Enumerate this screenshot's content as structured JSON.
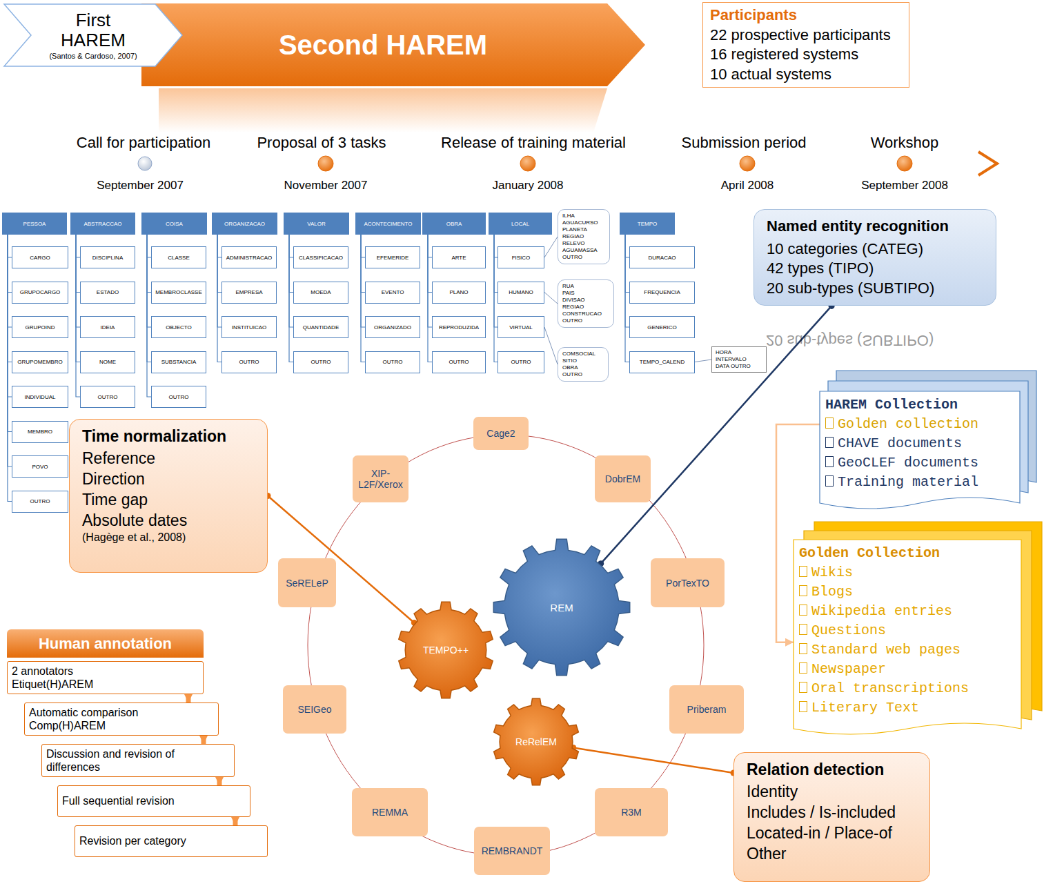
{
  "diagram": {
    "nodes": [
      {
        "text": [
          "First HAREM",
          "(Santos & Cardoso, 2007)"
        ]
      },
      {
        "text": [
          "Second HAREM"
        ]
      },
      {
        "text": [
          "Participants",
          "22 prospective participants",
          "16 registered systems",
          "10 actual systems"
        ]
      },
      {
        "text": [
          "PESSOA"
        ]
      },
      {
        "text": [
          "CARGO"
        ]
      },
      {
        "text": [
          "GRUPOCARGO"
        ]
      },
      {
        "text": [
          "GRUPOIND"
        ]
      },
      {
        "text": [
          "GRUPOMEMBRO"
        ]
      },
      {
        "text": [
          "INDIVIDUAL"
        ]
      },
      {
        "text": [
          "MEMBRO"
        ]
      },
      {
        "text": [
          "POVO"
        ]
      },
      {
        "text": [
          "OUTRO"
        ]
      },
      {
        "text": [
          "ABSTRACCAO"
        ]
      },
      {
        "text": [
          "DISCIPLINA"
        ]
      },
      {
        "text": [
          "ESTADO"
        ]
      },
      {
        "text": [
          "IDEIA"
        ]
      },
      {
        "text": [
          "NOME"
        ]
      },
      {
        "text": [
          "OUTRO"
        ]
      },
      {
        "text": [
          "COISA"
        ]
      },
      {
        "text": [
          "CLASSE"
        ]
      },
      {
        "text": [
          "MEMBROCLASSE"
        ]
      },
      {
        "text": [
          "OBJECTO"
        ]
      },
      {
        "text": [
          "SUBSTANCIA"
        ]
      },
      {
        "text": [
          "OUTRO"
        ]
      },
      {
        "text": [
          "ORGANIZACAO"
        ]
      },
      {
        "text": [
          "ADMINISTRACAO"
        ]
      },
      {
        "text": [
          "EMPRESA"
        ]
      },
      {
        "text": [
          "INSTITUICAO"
        ]
      },
      {
        "text": [
          "OUTRO"
        ]
      },
      {
        "text": [
          "VALOR"
        ]
      },
      {
        "text": [
          "CLASSIFICACAO"
        ]
      },
      {
        "text": [
          "MOEDA"
        ]
      },
      {
        "text": [
          "QUANTIDADE"
        ]
      },
      {
        "text": [
          "OUTRO"
        ]
      },
      {
        "text": [
          "ACONTECIMENTO"
        ]
      },
      {
        "text": [
          "EFEMERIDE"
        ]
      },
      {
        "text": [
          "EVENTO"
        ]
      },
      {
        "text": [
          "ORGANIZADO"
        ]
      },
      {
        "text": [
          "OUTRO"
        ]
      },
      {
        "text": [
          "OBRA"
        ]
      },
      {
        "text": [
          "ARTE"
        ]
      },
      {
        "text": [
          "PLANO"
        ]
      },
      {
        "text": [
          "REPRODUZIDA"
        ]
      },
      {
        "text": [
          "OUTRO"
        ]
      },
      {
        "text": [
          "LOCAL"
        ]
      },
      {
        "text": [
          "FISICO"
        ]
      },
      {
        "text": [
          "HUMANO"
        ]
      },
      {
        "text": [
          "VIRTUAL"
        ]
      },
      {
        "text": [
          "OUTRO"
        ]
      },
      {
        "text": [
          "ILHA",
          "AGUACURSO",
          "PLANETA",
          "REGIAO",
          "RELEVO",
          "AGUAMASSA",
          "OUTRO"
        ]
      },
      {
        "text": [
          "RUA",
          "PAIS",
          "DIVISAO",
          "REGIAO",
          "CONSTRUCAO",
          "OUTRO"
        ]
      },
      {
        "text": [
          "COMSOCIAL",
          "SITIO",
          "OBRA",
          "OUTRO"
        ]
      },
      {
        "text": [
          "TEMPO"
        ]
      },
      {
        "text": [
          "DURACAO"
        ]
      },
      {
        "text": [
          "FREQUENCIA"
        ]
      },
      {
        "text": [
          "GENERICO"
        ]
      },
      {
        "text": [
          "TEMPO_CALEND"
        ]
      },
      {
        "text": [
          "HORA",
          "INTERVALO",
          "DATA OUTRO"
        ]
      },
      {
        "text": [
          "Named entity recognition",
          "10 categories (CATEG)",
          "42 types (TIPO)",
          "20 sub-types (SUBTIPO)"
        ]
      },
      {
        "text": [
          "HAREM Collection",
          "Golden collection",
          "CHAVE documents",
          "GeoCLEF documents",
          "Training material"
        ]
      },
      {
        "text": [
          "Golden Collection",
          "Wikis",
          "Blogs",
          "Wikipedia entries",
          "Questions",
          "Standard web pages",
          "Newspaper",
          "Oral transcriptions",
          "Literary Text"
        ]
      },
      {
        "text": [
          "Time normalization",
          "Reference",
          "Direction",
          "Time gap",
          "Absolute dates",
          "(Hagège et al., 2008)"
        ]
      },
      {
        "text": [
          "Cage2"
        ]
      },
      {
        "text": [
          "DobrEM"
        ]
      },
      {
        "text": [
          "PorTexTO"
        ]
      },
      {
        "text": [
          "Priberam"
        ]
      },
      {
        "text": [
          "R3M"
        ]
      },
      {
        "text": [
          "REMBRANDT"
        ]
      },
      {
        "text": [
          "REMMA"
        ]
      },
      {
        "text": [
          "SEIGeo"
        ]
      },
      {
        "text": [
          "SeRELeP"
        ]
      },
      {
        "text": [
          "XIP-L2F/Xerox"
        ]
      },
      {
        "text": [
          "REM"
        ]
      },
      {
        "text": [
          "TEMPO++"
        ]
      },
      {
        "text": [
          "ReRelEM"
        ]
      },
      {
        "text": [
          "Relation detection",
          "Identity",
          "Includes / Is-included",
          "Located-in / Place-of",
          "Other"
        ]
      },
      {
        "text": [
          "Human annotation"
        ]
      },
      {
        "text": [
          "2 annotators",
          "Etiquet(H)AREM"
        ]
      },
      {
        "text": [
          "Automatic comparison",
          "Comp(H)AREM"
        ]
      },
      {
        "text": [
          "Discussion and revision of differences"
        ]
      },
      {
        "text": [
          "Full sequential revision"
        ]
      },
      {
        "text": [
          "Revision per category"
        ]
      }
    ],
    "edges": [
      {
        "from": 3,
        "to": 4,
        "arrow": "none"
      },
      {
        "from": 3,
        "to": 5,
        "arrow": "none"
      },
      {
        "from": 3,
        "to": 6,
        "arrow": "none"
      },
      {
        "from": 3,
        "to": 7,
        "arrow": "none"
      },
      {
        "from": 3,
        "to": 8,
        "arrow": "none"
      },
      {
        "from": 3,
        "to": 9,
        "arrow": "none"
      },
      {
        "from": 3,
        "to": 10,
        "arrow": "none"
      },
      {
        "from": 3,
        "to": 11,
        "arrow": "none"
      },
      {
        "from": 12,
        "to": 13,
        "arrow": "none"
      },
      {
        "from": 12,
        "to": 14,
        "arrow": "none"
      },
      {
        "from": 12,
        "to": 15,
        "arrow": "none"
      },
      {
        "from": 12,
        "to": 16,
        "arrow": "none"
      },
      {
        "from": 12,
        "to": 17,
        "arrow": "none"
      },
      {
        "from": 18,
        "to": 19,
        "arrow": "none"
      },
      {
        "from": 18,
        "to": 20,
        "arrow": "none"
      },
      {
        "from": 18,
        "to": 21,
        "arrow": "none"
      },
      {
        "from": 18,
        "to": 22,
        "arrow": "none"
      },
      {
        "from": 18,
        "to": 23,
        "arrow": "none"
      },
      {
        "from": 24,
        "to": 25,
        "arrow": "none"
      },
      {
        "from": 24,
        "to": 26,
        "arrow": "none"
      },
      {
        "from": 24,
        "to": 27,
        "arrow": "none"
      },
      {
        "from": 24,
        "to": 28,
        "arrow": "none"
      },
      {
        "from": 29,
        "to": 30,
        "arrow": "none"
      },
      {
        "from": 29,
        "to": 31,
        "arrow": "none"
      },
      {
        "from": 29,
        "to": 32,
        "arrow": "none"
      },
      {
        "from": 29,
        "to": 33,
        "arrow": "none"
      },
      {
        "from": 34,
        "to": 35,
        "arrow": "none"
      },
      {
        "from": 34,
        "to": 36,
        "arrow": "none"
      },
      {
        "from": 34,
        "to": 37,
        "arrow": "none"
      },
      {
        "from": 34,
        "to": 38,
        "arrow": "none"
      },
      {
        "from": 39,
        "to": 40,
        "arrow": "none"
      },
      {
        "from": 39,
        "to": 41,
        "arrow": "none"
      },
      {
        "from": 39,
        "to": 42,
        "arrow": "none"
      },
      {
        "from": 39,
        "to": 43,
        "arrow": "none"
      },
      {
        "from": 44,
        "to": 45,
        "arrow": "none"
      },
      {
        "from": 44,
        "to": 46,
        "arrow": "none"
      },
      {
        "from": 44,
        "to": 47,
        "arrow": "none"
      },
      {
        "from": 44,
        "to": 48,
        "arrow": "none"
      },
      {
        "from": 45,
        "to": 49,
        "arrow": "none"
      },
      {
        "from": 46,
        "to": 50,
        "arrow": "none"
      },
      {
        "from": 47,
        "to": 51,
        "arrow": "none"
      },
      {
        "from": 52,
        "to": 53,
        "arrow": "none"
      },
      {
        "from": 52,
        "to": 54,
        "arrow": "none"
      },
      {
        "from": 52,
        "to": 55,
        "arrow": "none"
      },
      {
        "from": 52,
        "to": 56,
        "arrow": "none"
      },
      {
        "from": 56,
        "to": 57,
        "arrow": "none"
      },
      {
        "from": 72,
        "to": 58,
        "arrow": "none"
      },
      {
        "from": 61,
        "to": 73,
        "arrow": "none"
      },
      {
        "from": 75,
        "to": 74,
        "arrow": "none"
      },
      {
        "from": 59,
        "to": 60,
        "arrow": "to"
      },
      {
        "from": 77,
        "to": 78,
        "arrow": "to"
      },
      {
        "from": 78,
        "to": 79,
        "arrow": "to"
      },
      {
        "from": 79,
        "to": 80,
        "arrow": "to"
      },
      {
        "from": 80,
        "to": 81,
        "arrow": "to"
      }
    ],
    "labels": [
      "Call for participation",
      "Proposal of 3 tasks",
      "Release of training material",
      "Submission period",
      "Workshop",
      "September 2007",
      "November 2007",
      "January 2008",
      "April 2008",
      "September 2008",
      "20 sub-types (SUBTIPO)"
    ]
  }
}
